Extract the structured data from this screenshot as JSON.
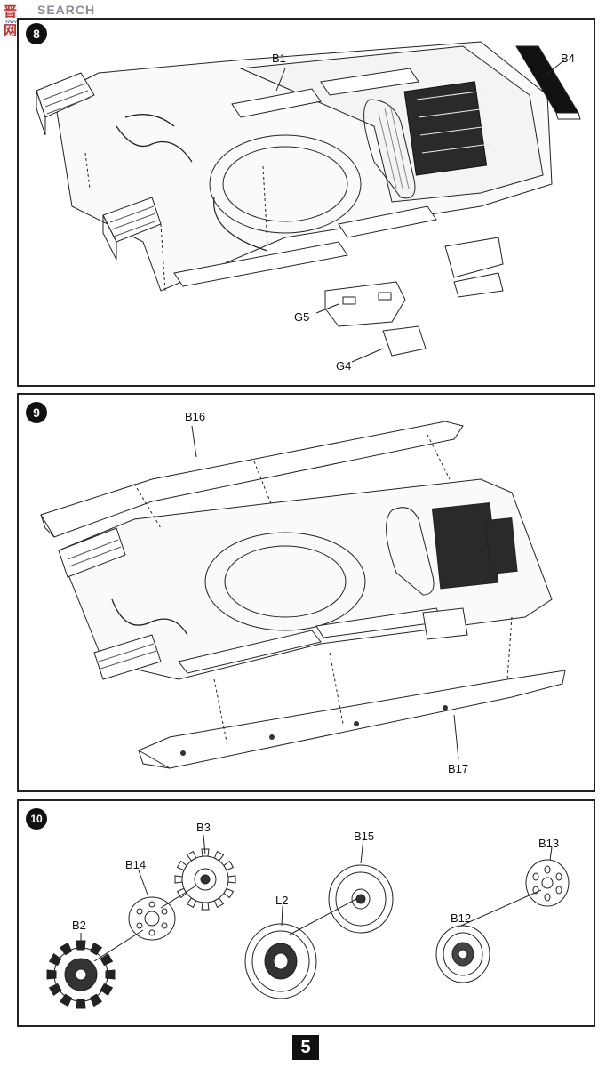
{
  "watermark": {
    "logo": "晋 网",
    "text": "SEARCH",
    "url": "www.hobbysearch.com"
  },
  "steps": [
    {
      "number": "8",
      "labels": {
        "b1": "B1",
        "b4": "B4",
        "g5": "G5",
        "g4": "G4"
      }
    },
    {
      "number": "9",
      "labels": {
        "b16": "B16",
        "b17": "B17"
      }
    },
    {
      "number": "10",
      "labels": {
        "b3": "B3",
        "b15": "B15",
        "b13": "B13",
        "b14": "B14",
        "l2": "L2",
        "b12": "B12",
        "b2": "B2"
      }
    }
  ],
  "page_number": "5"
}
